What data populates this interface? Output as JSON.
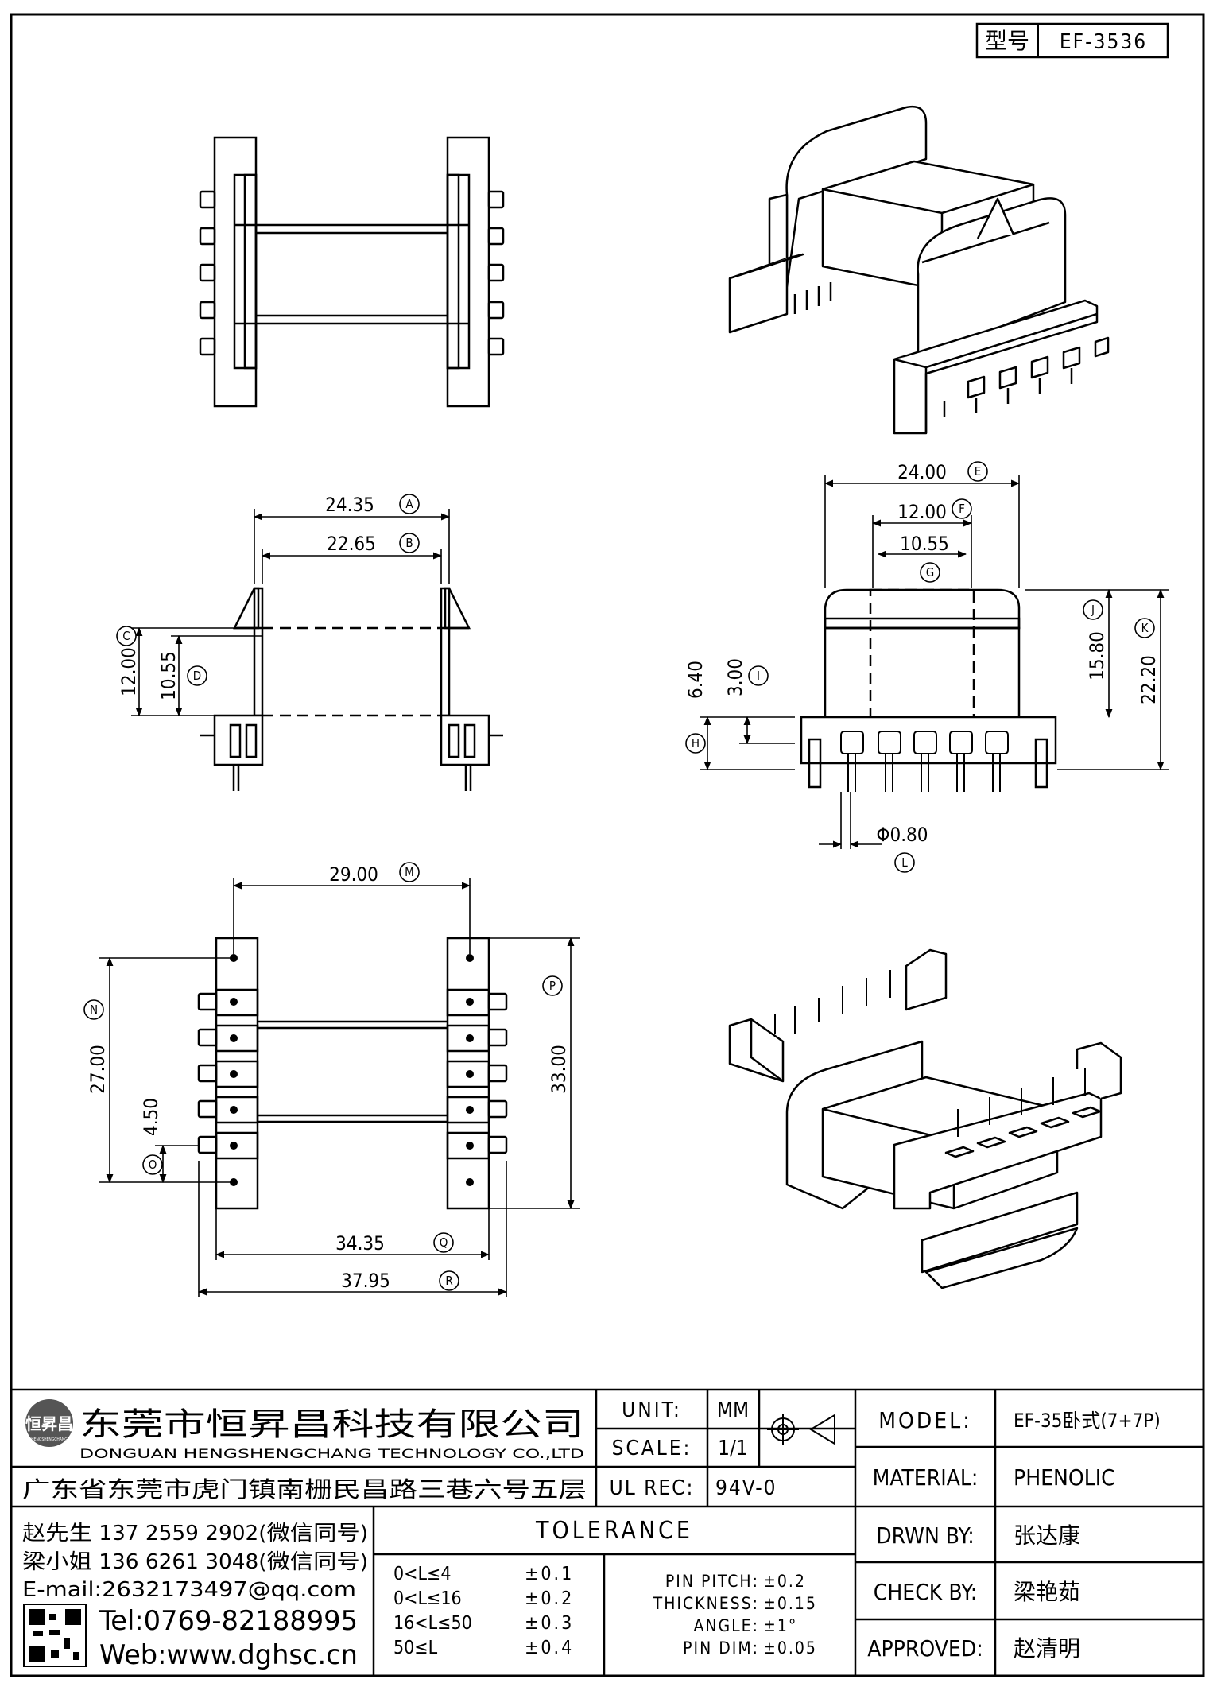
{
  "model_box": {
    "label": "型号",
    "value": "EF-3536"
  },
  "dimensions": {
    "A": "24.35",
    "B": "22.65",
    "C": "12.00",
    "D": "10.55",
    "E": "24.00",
    "F": "12.00",
    "G": "10.55",
    "I": "3.00",
    "H": "6.40",
    "J": "15.80",
    "K": "22.20",
    "L": "Φ0.80",
    "M": "29.00",
    "N": "27.00",
    "O": "4.50",
    "P": "33.00",
    "Q": "34.35",
    "R": "37.95"
  },
  "dim_tags": [
    "A",
    "B",
    "C",
    "D",
    "E",
    "F",
    "G",
    "H",
    "I",
    "J",
    "K",
    "L",
    "M",
    "N",
    "O",
    "P",
    "Q",
    "R"
  ],
  "company": {
    "name_cn": "东莞市恒昇昌科技有限公司",
    "name_en": "DONGUAN HENGSHENGCHANG TECHNOLOGY CO.,LTD",
    "logo_text": "恒昇昌",
    "logo_sub": "HENGSHENGCHANG",
    "address": "广东省东莞市虎门镇南栅民昌路三巷六号五层",
    "contact1": "赵先生 137 2559 2902(微信同号)",
    "contact2": "梁小姐 136 6261 3048(微信同号)",
    "email": "E-mail:2632173497@qq.com",
    "tel": "Tel:0769-82188995",
    "web": "Web:www.dghsc.cn"
  },
  "spec": {
    "unit_label": "UNIT:",
    "unit_value": "MM",
    "scale_label": "SCALE:",
    "scale_value": "1/1",
    "ulrec_label": "UL REC:",
    "ulrec_value": "94V-0"
  },
  "tolerance": {
    "title": "TOLERANCE",
    "rows": [
      {
        "range": "0<L≤4",
        "tol": "±0.1"
      },
      {
        "range": "0<L≤16",
        "tol": "±0.2"
      },
      {
        "range": "16<L≤50",
        "tol": "±0.3"
      },
      {
        "range": "50≤L",
        "tol": "±0.4"
      }
    ],
    "other": [
      {
        "label": "PIN PITCH:",
        "tol": "±0.2"
      },
      {
        "label": "THICKNESS:",
        "tol": "±0.15"
      },
      {
        "label": "ANGLE:",
        "tol": "±1°"
      },
      {
        "label": "PIN DIM:",
        "tol": "±0.05"
      }
    ]
  },
  "title_block": {
    "model_label": "MODEL:",
    "model_value": "EF-35卧式(7+7P)",
    "material_label": "MATERIAL:",
    "material_value": "PHENOLIC",
    "drawn_label": "DRWN BY:",
    "drawn_value": "张达康",
    "check_label": "CHECK BY:",
    "check_value": "梁艳茹",
    "approved_label": "APPROVED:",
    "approved_value": "赵清明"
  }
}
